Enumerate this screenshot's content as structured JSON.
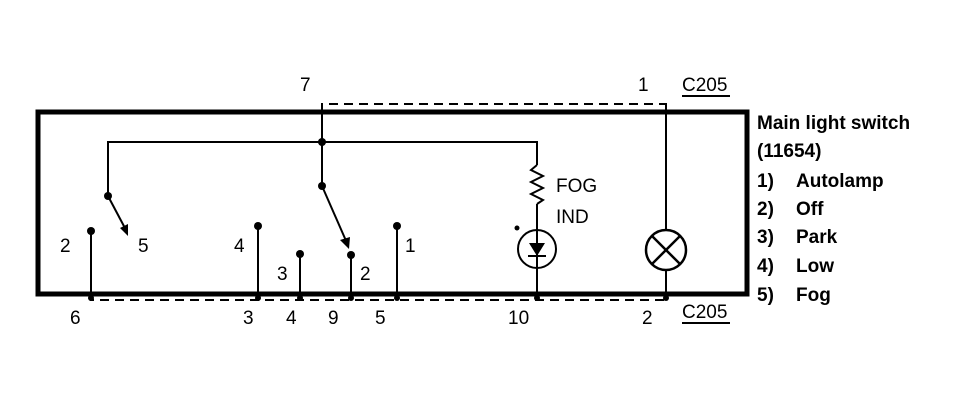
{
  "connector_top": {
    "name": "C205",
    "pin_left": "7",
    "pin_right": "1"
  },
  "connector_bottom": {
    "name": "C205",
    "pins": [
      "6",
      "3",
      "4",
      "9",
      "5",
      "10",
      "2"
    ]
  },
  "switch_contacts": {
    "left_pole": [
      "2",
      "5"
    ],
    "middle_pole": [
      "4",
      "3",
      "2",
      "1"
    ]
  },
  "indicator": {
    "line1": "FOG",
    "line2": "IND"
  },
  "legend": {
    "title": "Main light switch",
    "part_number": "(11654)",
    "items": [
      {
        "num": "1)",
        "label": "Autolamp"
      },
      {
        "num": "2)",
        "label": "Off"
      },
      {
        "num": "3)",
        "label": "Park"
      },
      {
        "num": "4)",
        "label": "Low"
      },
      {
        "num": "5)",
        "label": "Fog"
      }
    ]
  },
  "colors": {
    "line": "#000000",
    "background": "#ffffff"
  }
}
